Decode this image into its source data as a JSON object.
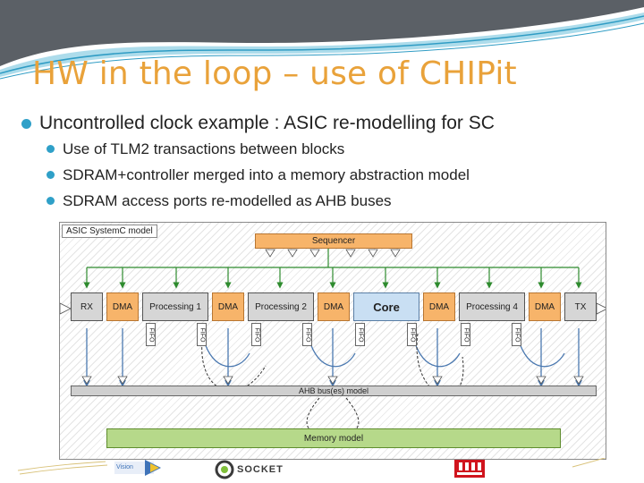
{
  "slide": {
    "title": "HW in the loop – use of CHIPit",
    "bullet": "Uncontrolled clock example : ASIC re-modelling for SC",
    "subbullets": [
      "Use of TLM2 transactions between blocks",
      "SDRAM+controller merged into a memory abstraction model",
      "SDRAM access ports re-modelled as AHB buses"
    ]
  },
  "diagram": {
    "label": "ASIC SystemC model",
    "sequencer": "Sequencer",
    "blocks": [
      "RX",
      "DMA",
      "Processing 1",
      "DMA",
      "Processing 2",
      "DMA",
      "Core",
      "DMA",
      "Processing 4",
      "DMA",
      "TX"
    ],
    "fifo": "FIFO",
    "bus": "AHB bus(es) model",
    "memory": "Memory model"
  },
  "logos": {
    "socket": "SOCKET",
    "middle_small": "Vision"
  },
  "colors": {
    "title": "#e9a23a",
    "bullet_dot": "#2fa0c8",
    "dma_block": "#f7b46a",
    "core_block": "#c9dff3",
    "memory_block": "#b6d98a",
    "wire_green": "#2e8b2e",
    "wire_blue": "#4a78b0"
  }
}
